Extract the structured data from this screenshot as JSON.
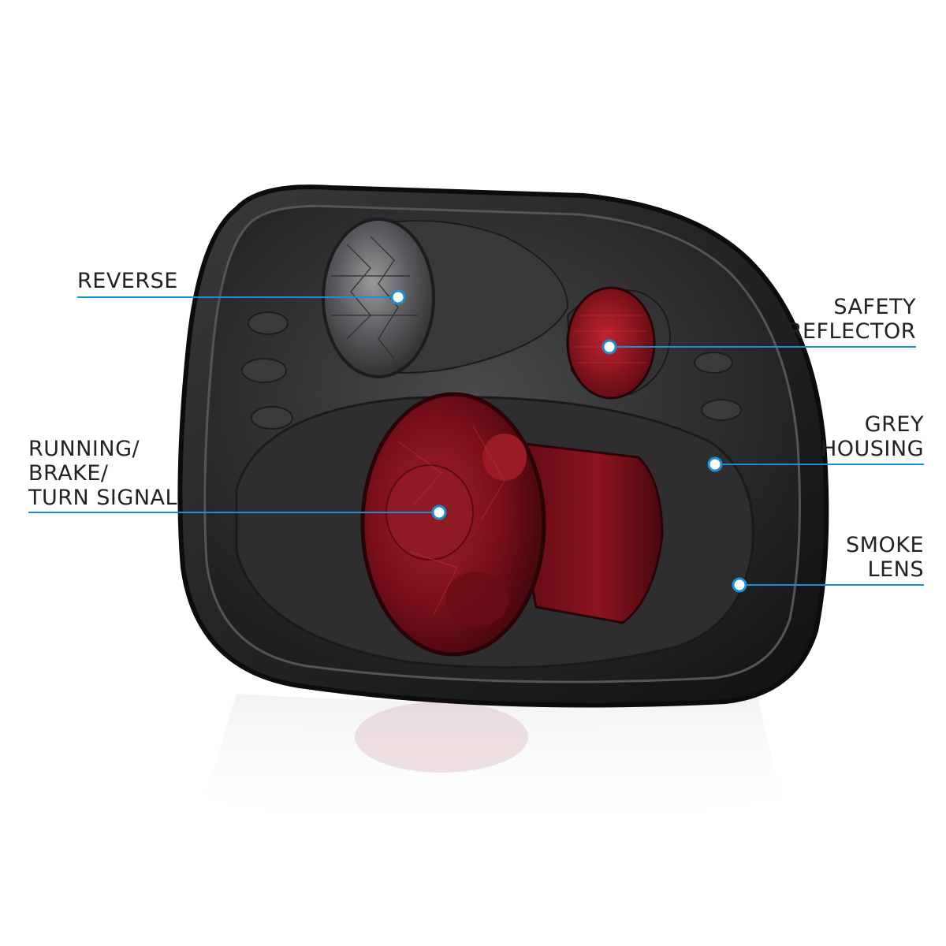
{
  "callouts": {
    "reverse": "REVERSE",
    "safety_reflector": "SAFETY\nREFLECTOR",
    "running_brake_turn": "RUNNING/\nBRAKE/\nTURN SIGNAL",
    "grey_housing": "GREY\nHOUSING",
    "smoke_lens": "SMOKE\nLENS"
  },
  "colors": {
    "callout_line": "#1a8fd6",
    "housing_dark": "#2b2b2d",
    "lens_red": "#7a0f1a",
    "background": "#ffffff"
  }
}
